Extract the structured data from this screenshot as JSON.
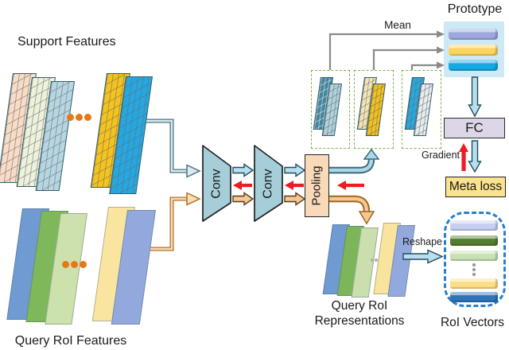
{
  "diagram": {
    "support": {
      "label": "Support Features"
    },
    "query": {
      "label": "Query RoI Features"
    },
    "blocks": {
      "conv1": "Conv",
      "conv2": "Conv",
      "pooling": "Pooling",
      "fc": "FC",
      "meta_loss": "Meta loss"
    },
    "prototype": {
      "title": "Prototype",
      "mean_label": "Mean"
    },
    "gradient_label": "Gradient",
    "representations": {
      "line1": "Query RoI",
      "line2": "Representations"
    },
    "roi_vectors": {
      "label": "RoI Vectors",
      "reshape_label": "Reshape"
    }
  },
  "colors": {
    "ink": "#1a1a1a",
    "support_1": "#f8dcc6",
    "support_2": "#edf2dc",
    "support_3": "#b6d6e3",
    "support_4": "#f5c31d",
    "support_5": "#25a8e2",
    "query_1": "#6f9ad2",
    "query_2": "#7fb75b",
    "query_3": "#cde1ad",
    "query_4": "#f9e5a0",
    "query_5": "#93a9dd",
    "rep_1": "#6f9ad2",
    "rep_2": "#7cb55a",
    "rep_3": "#cadfad",
    "rep_4": "#f8e49c",
    "rep_5": "#93a9dd",
    "db1_back": "#43859c",
    "db1_front": "#b0d3de",
    "db2_back": "#f5e5b5",
    "db2_front": "#f2c11e",
    "db3_back": "#26a9e0",
    "db3_front": "#e8edf0",
    "conv_fill": "#a5ced9",
    "pooling_fill": "#f8d9b8",
    "arrow_blue": "#b9dfef",
    "blue_outline": "#1f4e5e",
    "arrow_orange": "#f6c795",
    "orange_outline": "#533e16",
    "curve_blue_light": "#abd7e6",
    "curve_blue_dark": "#3a6c7d",
    "curve_orange_light": "#f4c793",
    "curve_orange_dark": "#a26722",
    "conn_sup_light": "#d9eaf1",
    "conn_sup_dark": "#4a7382",
    "conn_qry_light": "#fbdcb4",
    "conn_qry_dark": "#b0702a",
    "red": "#ed1c24",
    "gray_line": "#8a8a8a",
    "green_dash": "#86b245",
    "proto_box": "#cde9f5",
    "proto_bar_1": "#9aa8dd",
    "proto_bar_2": "#fbd45c",
    "proto_bar_3": "#16a8e1",
    "fc_fill": "#dcd6e8",
    "meta_fill": "#fbe28d",
    "roi_dash": "#2a7fc9",
    "roi_bar_1": "#c6cff1",
    "roi_bar_2": "#527d2e",
    "roi_bar_3": "#c7e1b2",
    "roi_bar_4": "#fcdf84",
    "roi_bar_5": "#2e74b9",
    "dots_orange": "#e87817"
  }
}
